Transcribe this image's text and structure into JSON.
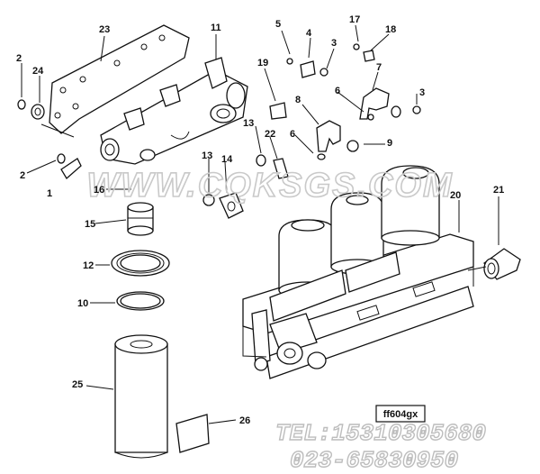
{
  "diagram": {
    "drawing_code": "ff604gx",
    "watermark": "WWW.CQKSGS.COM",
    "contact_line_1": "TEL:15310305680",
    "contact_line_2": "023-65830950",
    "callouts": [
      "23",
      "11",
      "5",
      "4",
      "3",
      "17",
      "18",
      "2",
      "24",
      "19",
      "7",
      "8",
      "6",
      "3",
      "9",
      "13",
      "22",
      "6",
      "2",
      "1",
      "16",
      "13",
      "14",
      "20",
      "21",
      "15",
      "12",
      "10",
      "25",
      "26"
    ],
    "colors": {
      "line": "#111111",
      "watermark": "#c9c9c9",
      "background": "#ffffff"
    }
  }
}
